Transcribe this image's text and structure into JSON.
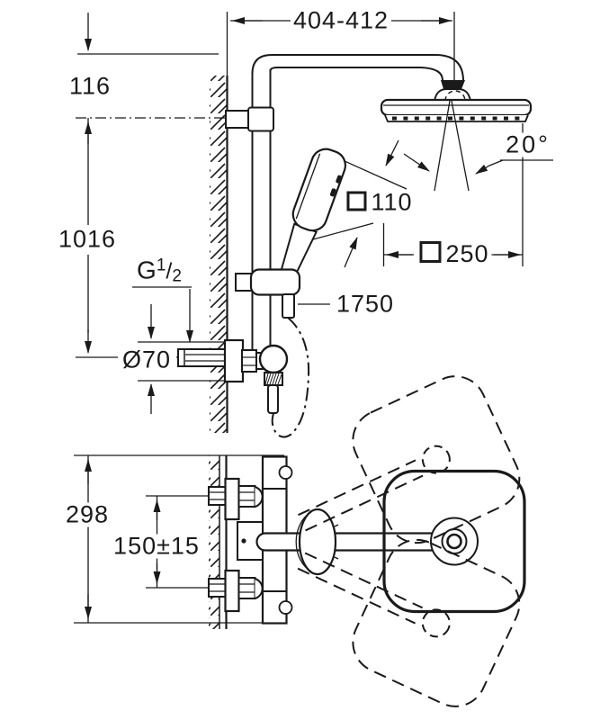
{
  "meta": {
    "line_color": "#1a1a1a",
    "background": "#ffffff",
    "drawing_type": "shower system installation dimensions"
  },
  "dimensions": {
    "arm_reach_range": "404-412",
    "top_offset": "116",
    "riser_height": "1016",
    "thread_letter": "G",
    "thread_numerator": "1",
    "thread_slash": "/",
    "thread_denominator": "2",
    "escutcheon_diameter": "Ø70",
    "head_swivel_angle": "20°",
    "hand_shower_size": "110",
    "head_shower_size": "250",
    "hose_length": "1750",
    "thermostat_width": "298",
    "supply_center_distance": "150±15"
  }
}
